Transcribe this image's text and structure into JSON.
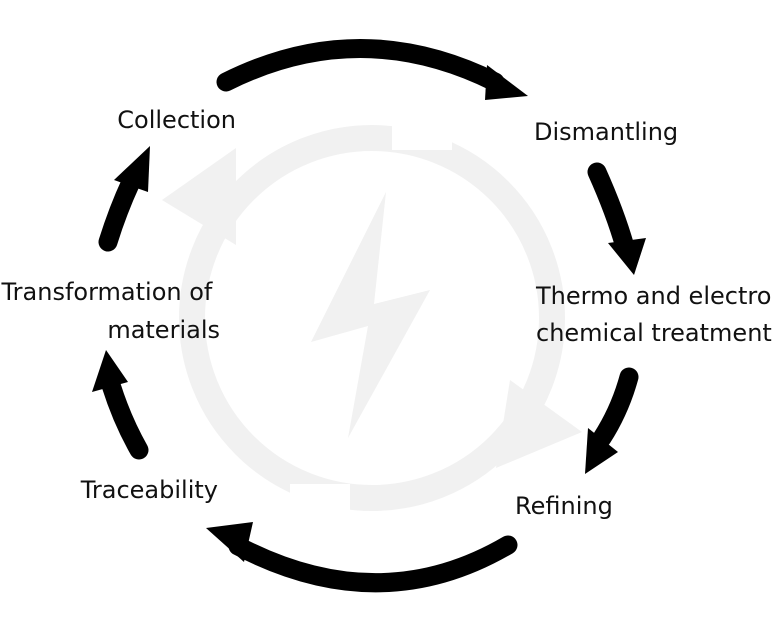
{
  "diagram": {
    "stages": [
      {
        "id": "collection",
        "label": "Collection"
      },
      {
        "id": "dismantling",
        "label": "Dismantling"
      },
      {
        "id": "treatment",
        "lines": [
          "Thermo and electro",
          "chemical treatment"
        ]
      },
      {
        "id": "refining",
        "label": "Refining"
      },
      {
        "id": "traceability",
        "label": "Traceability"
      },
      {
        "id": "transformation",
        "lines": [
          "Transformation of",
          "materials"
        ]
      }
    ],
    "flow": "clockwise",
    "background_icon": "lightning-bolt-icon",
    "background_cycle_icon": "recycle-arrows-icon",
    "colors": {
      "arrows": "#000000",
      "background_icon": "#f1f1f1",
      "text": "#111111"
    }
  }
}
